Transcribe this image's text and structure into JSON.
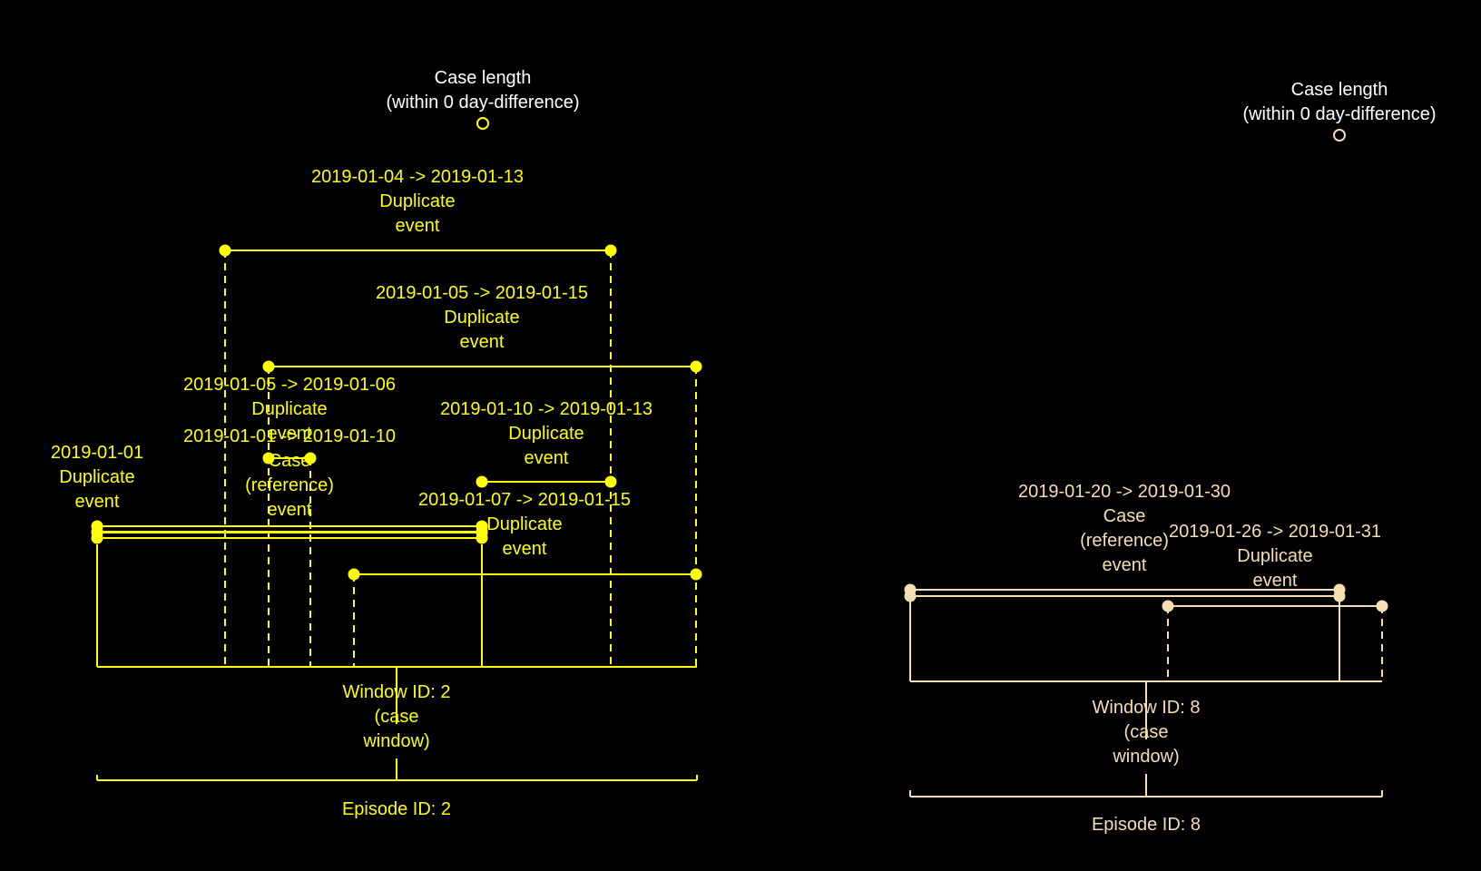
{
  "colors": {
    "background": "#000000",
    "episode_2": "#ffff00",
    "episode_8": "#f5deb3",
    "annotation": "#ffffff"
  },
  "groups": [
    {
      "id": "g2",
      "color": "#ffff00",
      "case_length": {
        "lines": [
          "Case length",
          "(within 0 day-difference)"
        ]
      },
      "window": {
        "lines": [
          "Window ID: 2",
          "(case",
          "window)"
        ]
      },
      "episode": {
        "label": "Episode ID: 2"
      },
      "events": [
        {
          "id": "e-0104",
          "date_range": "2019-01-04 -> 2019-01-13",
          "role": [
            "Duplicate",
            "event"
          ],
          "stem": "dashed"
        },
        {
          "id": "e-0105-15",
          "date_range": "2019-01-05 -> 2019-01-15",
          "role": [
            "Duplicate",
            "event"
          ],
          "stem": "dashed"
        },
        {
          "id": "e-0105-06",
          "date_range": "2019-01-05 -> 2019-01-06",
          "role": [
            "Duplicate",
            "event"
          ],
          "stem": "dashed"
        },
        {
          "id": "e-0101-10",
          "date_range": "2019-01-01 -> 2019-01-10",
          "role": [
            "Case",
            "(reference)",
            "event"
          ],
          "stem": "solid"
        },
        {
          "id": "e-0110",
          "date_range": "2019-01-10 -> 2019-01-13",
          "role": [
            "Duplicate",
            "event"
          ],
          "stem": "dashed"
        },
        {
          "id": "e-0101",
          "date_range": "2019-01-01",
          "role": [
            "Duplicate",
            "event"
          ],
          "stem": "solid"
        },
        {
          "id": "e-0107",
          "date_range": "2019-01-07 -> 2019-01-15",
          "role": [
            "Duplicate",
            "event"
          ],
          "stem": "dashed"
        }
      ]
    },
    {
      "id": "g8",
      "color": "#f5deb3",
      "case_length": {
        "lines": [
          "Case length",
          "(within 0 day-difference)"
        ]
      },
      "window": {
        "lines": [
          "Window ID: 8",
          "(case",
          "window)"
        ]
      },
      "episode": {
        "label": "Episode ID: 8"
      },
      "events": [
        {
          "id": "e-0120",
          "date_range": "2019-01-20 -> 2019-01-30",
          "role": [
            "Case",
            "(reference)",
            "event"
          ],
          "stem": "solid"
        },
        {
          "id": "e-0126",
          "date_range": "2019-01-26 -> 2019-01-31",
          "role": [
            "Duplicate",
            "event"
          ],
          "stem": "dashed"
        }
      ]
    }
  ]
}
